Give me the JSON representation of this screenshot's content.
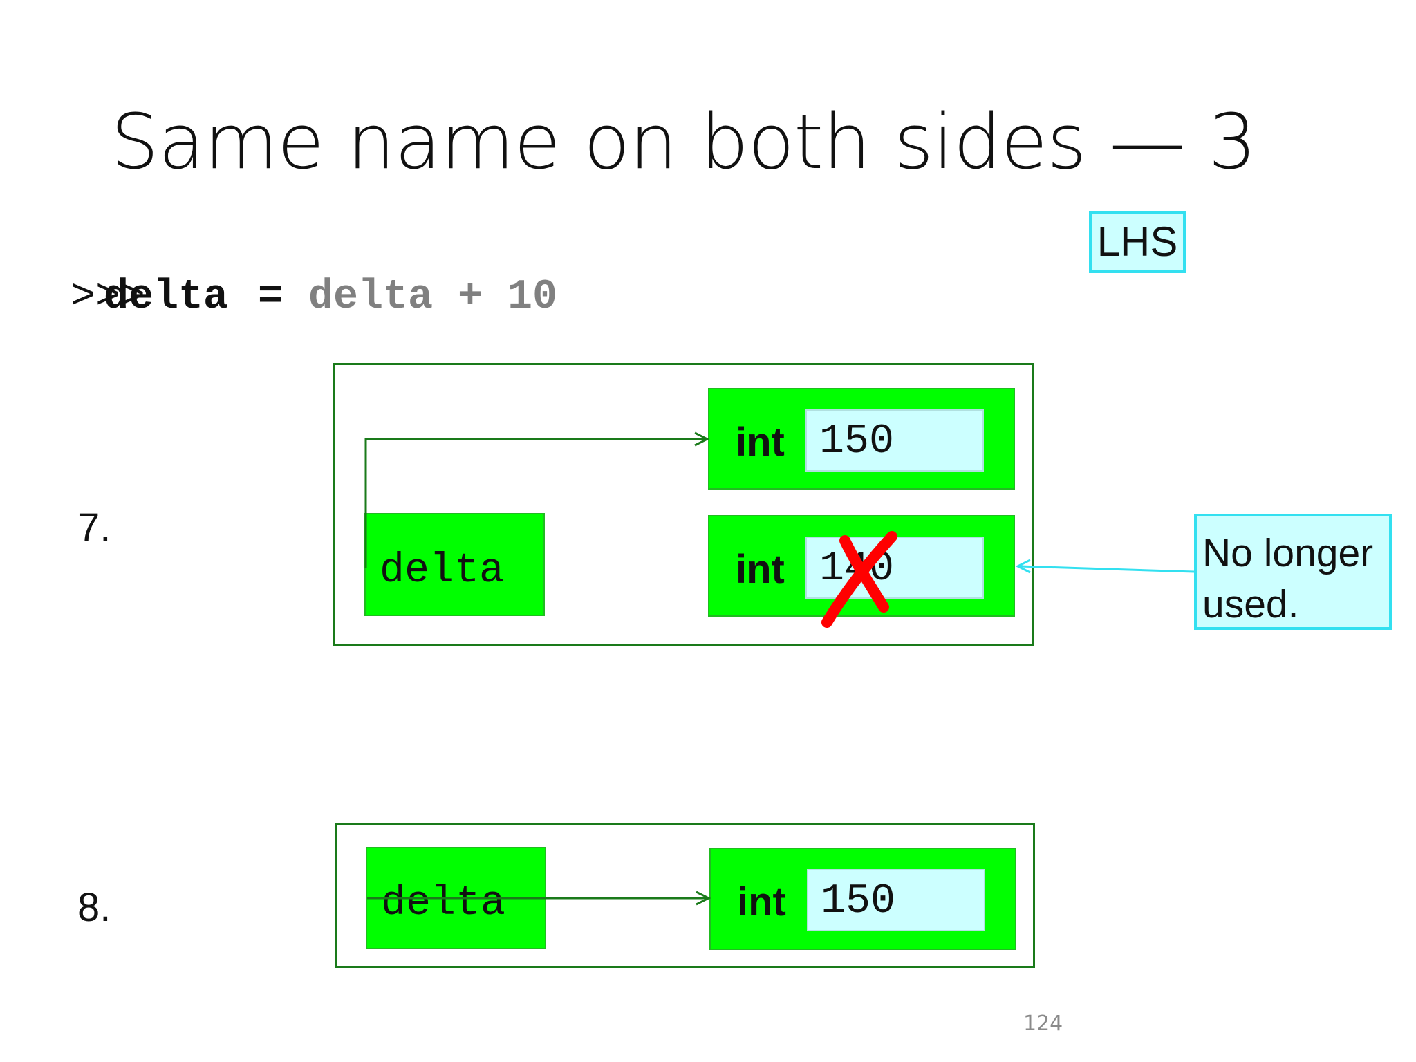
{
  "slide": {
    "title": "Same name on both sides — 3",
    "page_number": "124"
  },
  "code_line": {
    "prompt": ">>>",
    "lhs": "delta",
    "equals": "=",
    "rhs": "delta + 10"
  },
  "lhs_label": "LHS",
  "step7": {
    "number": "7.",
    "variable": "delta",
    "objects": [
      {
        "type": "int",
        "value": "150"
      },
      {
        "type": "int",
        "value": "140"
      }
    ],
    "note": [
      "No longer",
      "used."
    ]
  },
  "step8": {
    "number": "8.",
    "variable": "delta",
    "object": {
      "type": "int",
      "value": "150"
    }
  },
  "colors": {
    "object_green": "#00ff00",
    "value_cyan": "#ccffff",
    "frame_green": "#1a7a1a",
    "callout_cyan": "#33e0f0",
    "cross_red": "#ff0000"
  }
}
